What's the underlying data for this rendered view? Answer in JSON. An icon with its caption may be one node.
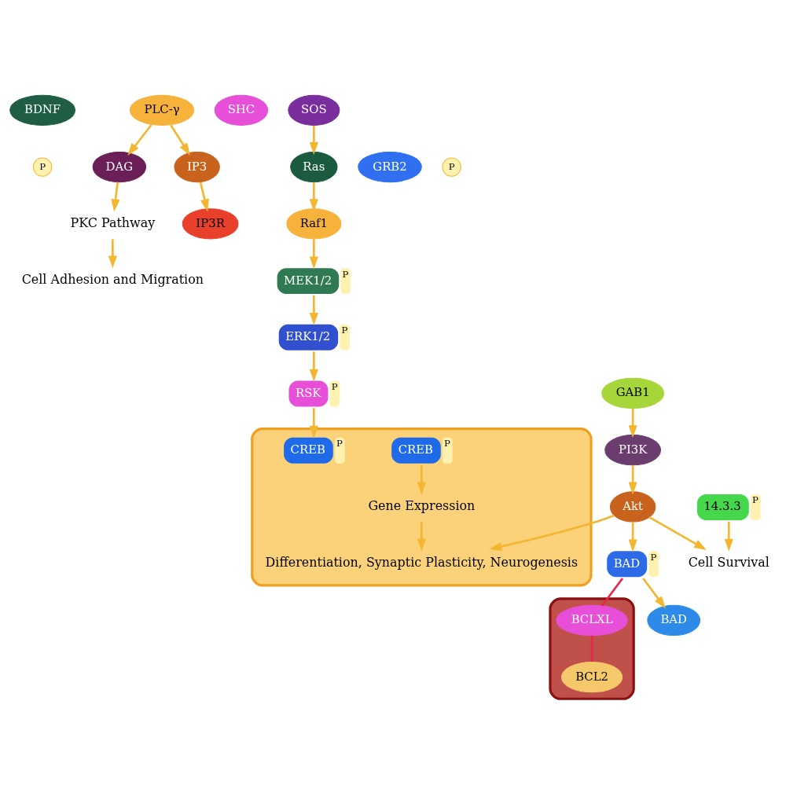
{
  "diagram": {
    "nodes": [
      {
        "text": [
          "BDNF"
        ]
      },
      {
        "text": [
          "PLC-γ"
        ]
      },
      {
        "text": [
          "SHC"
        ]
      },
      {
        "text": [
          "SOS"
        ]
      },
      {
        "text": [
          "Ras"
        ]
      },
      {
        "text": [
          "GRB2"
        ]
      },
      {
        "text": [
          "GAB1"
        ]
      },
      {
        "text": [
          "DAG"
        ]
      },
      {
        "text": [
          "IP3"
        ]
      },
      {
        "text": [
          "Raf1"
        ]
      },
      {
        "text": [
          "PI3K"
        ]
      },
      {
        "text": [
          "BAD"
        ],
        "beside": [
          "P"
        ]
      },
      {
        "text": [
          "Akt"
        ]
      },
      {
        "text": [
          "PKC Pathway"
        ]
      },
      {
        "text": [
          "IP3R"
        ]
      },
      {
        "text": [],
        "shape": "picture"
      },
      {
        "text": [
          "BCL2"
        ],
        "in": 15
      },
      {
        "text": [
          "BCLXL"
        ],
        "in": 15
      },
      {
        "text": [
          "MEK1/2"
        ],
        "beside": [
          "P"
        ]
      },
      {
        "text": [
          "BAD"
        ]
      },
      {
        "text": [
          "14.3.3"
        ],
        "beside": [
          "P"
        ]
      },
      {
        "text": [
          "Cell Adhesion and Migration"
        ]
      },
      {
        "text": [
          "Cell Survival"
        ]
      },
      {
        "text": [
          "ERK1/2"
        ],
        "beside": [
          "P"
        ]
      },
      {
        "text": [],
        "shape": "ellipse"
      },
      {
        "text": [
          "Differentiation, Synaptic Plasticity, Neurogenesis"
        ],
        "in": 24
      },
      {
        "text": [
          "Gene Expression"
        ],
        "in": 24
      },
      {
        "text": [
          "RSK"
        ],
        "beside": [
          "P"
        ]
      },
      {
        "text": [
          "CREB"
        ],
        "in": 24,
        "beside": [
          "P"
        ]
      },
      {
        "text": [
          "CREB"
        ],
        "in": 24,
        "beside": [
          "P"
        ]
      }
    ],
    "edges": [
      {
        "from": 1,
        "to": 7,
        "arrow": "to"
      },
      {
        "from": 1,
        "to": 8,
        "arrow": "to"
      },
      {
        "from": 3,
        "to": 4,
        "arrow": "to"
      },
      {
        "from": 4,
        "to": 9,
        "arrow": "to"
      },
      {
        "from": 6,
        "to": 10,
        "arrow": "to"
      },
      {
        "from": 7,
        "to": 13,
        "arrow": "to"
      },
      {
        "from": 8,
        "to": 14,
        "arrow": "to"
      },
      {
        "from": 9,
        "to": 18,
        "arrow": "to"
      },
      {
        "from": 10,
        "to": 12,
        "arrow": "to"
      },
      {
        "from": 12,
        "to": 11,
        "arrow": "to"
      },
      {
        "from": 11,
        "to": 17,
        "arrow": "none",
        "color": "#e8264a"
      },
      {
        "from": 17,
        "to": 16,
        "arrow": "none",
        "color": "#e8264a"
      },
      {
        "from": 11,
        "to": 19,
        "arrow": "to"
      },
      {
        "from": 13,
        "to": 21,
        "arrow": "to"
      },
      {
        "from": 20,
        "to": 22,
        "arrow": "to"
      },
      {
        "from": 12,
        "to": 22,
        "arrow": "to"
      },
      {
        "from": 12,
        "to": 25,
        "arrow": "to"
      },
      {
        "from": 18,
        "to": 23,
        "arrow": "to"
      },
      {
        "from": 23,
        "to": 27,
        "arrow": "to"
      },
      {
        "from": 27,
        "to": 29,
        "arrow": "to"
      },
      {
        "from": 28,
        "to": 26,
        "arrow": "to"
      },
      {
        "from": 26,
        "to": 25,
        "arrow": "to"
      }
    ],
    "labels": [
      "P",
      "P"
    ]
  }
}
